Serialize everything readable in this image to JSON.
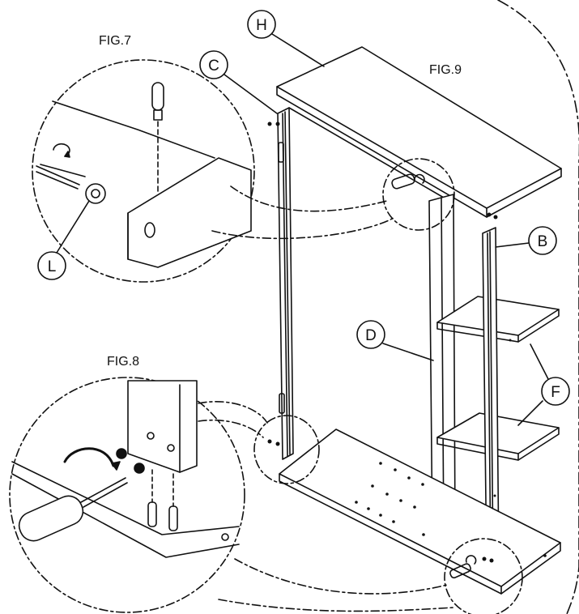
{
  "figures": {
    "fig7": "FIG.7",
    "fig8": "FIG.8",
    "fig9": "FIG.9"
  },
  "parts": {
    "H": "H",
    "C": "C",
    "L": "L",
    "B": "B",
    "D": "D",
    "F": "F"
  }
}
